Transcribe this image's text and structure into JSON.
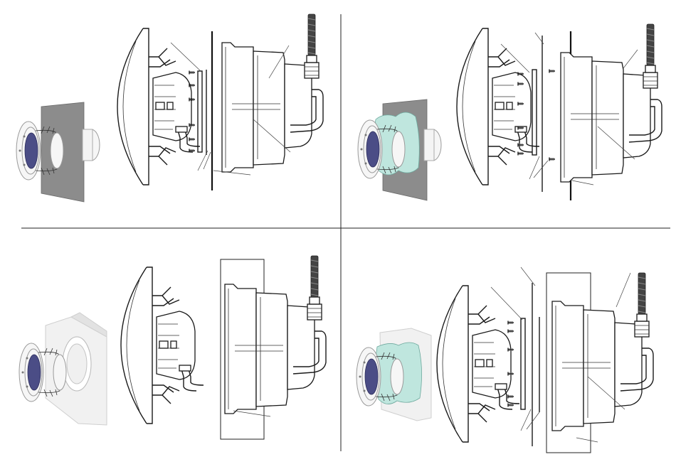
{
  "figure": {
    "panels": [
      {
        "id": "panel-top-left",
        "variant": "plate-no-membrane"
      },
      {
        "id": "panel-top-right",
        "variant": "plate-with-membrane"
      },
      {
        "id": "panel-bottom-left",
        "variant": "block-no-membrane"
      },
      {
        "id": "panel-bottom-right",
        "variant": "block-with-membrane"
      }
    ],
    "colors": {
      "line": "#1a1a1a",
      "plate_gray": "#8c8c8c",
      "membrane_teal": "#bfe6de",
      "block_light": "#f1f1f1",
      "lens_blue": "#4b4d86"
    },
    "icons": [
      "pool-light-assembly",
      "wall-plate",
      "mounting-screws",
      "cable-gland",
      "waterproof-membrane"
    ]
  }
}
